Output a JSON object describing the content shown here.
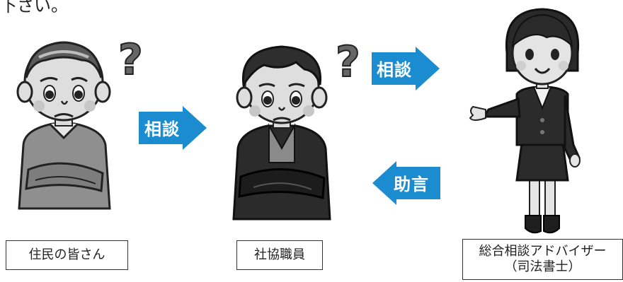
{
  "header_text": "下さい。",
  "people": [
    {
      "label": "住民の皆さん"
    },
    {
      "label": "社協職員"
    },
    {
      "label_line1": "総合相談アドバイザー",
      "label_line2": "（司法書士）"
    }
  ],
  "arrows": {
    "consult_1": "相談",
    "consult_2": "相談",
    "advice": "助言"
  },
  "question_mark": "?",
  "colors": {
    "arrow_blue": "#1a8ccf",
    "figure_gray": "#8f8f8f",
    "dark_jacket": "#2b2b2b",
    "outline": "#222222"
  }
}
